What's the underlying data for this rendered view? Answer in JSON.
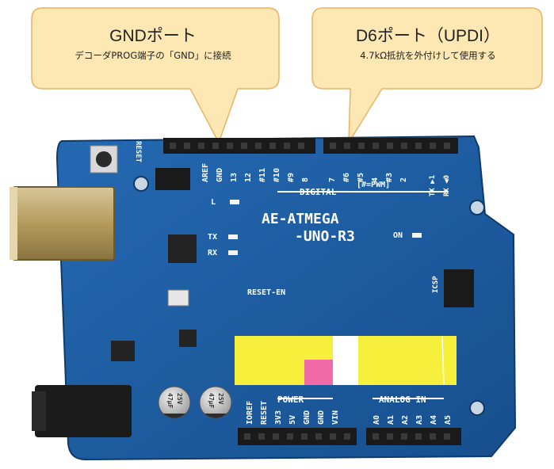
{
  "callouts": {
    "gnd": {
      "title": "GNDポート",
      "subtitle": "デコーダPROG端子の「GND」に接続"
    },
    "d6": {
      "title": "D6ポート（UPDI）",
      "subtitle": "4.7kΩ抵抗を外付けして使用する"
    }
  },
  "board": {
    "name_line1": "AE-ATMEGA",
    "name_line2": "-UNO-R3",
    "digital_label": "DIGITAL",
    "pwm_note": "[#=PWM]",
    "power_label": "POWER",
    "analog_label": "ANALOG IN",
    "reset_label": "RESET",
    "reset_en_label": "RESET-EN",
    "icsp_label": "ICSP",
    "on_label": "ON",
    "tx_label": "TX",
    "rx_label": "RX",
    "l_label": "L",
    "txrx_arrow_tx": "TX ▶1",
    "txrx_arrow_rx": "RX ◀0",
    "top_pins": [
      "AREF",
      "GND",
      "13",
      "12",
      "#11",
      "#10",
      "#9",
      "8",
      "7",
      "#6",
      "#5",
      "4",
      "#3",
      "2"
    ],
    "bottom_power_pins": [
      "IOREF",
      "RESET",
      "3V3",
      "5V",
      "GND",
      "GND",
      "VIN"
    ],
    "bottom_analog_pins": [
      "A0",
      "A1",
      "A2",
      "A3",
      "A4",
      "A5"
    ],
    "cap_label": "25V",
    "cap_value": "47μF"
  },
  "colors": {
    "callout_fill": "#fde7b2",
    "callout_stroke": "#e8b463",
    "board": "#1d5fa6",
    "header": "#1a1a1a",
    "silkscreen": "#ffffff",
    "label_yellow": "#f6ef3c",
    "label_pink": "#f06aa8"
  }
}
